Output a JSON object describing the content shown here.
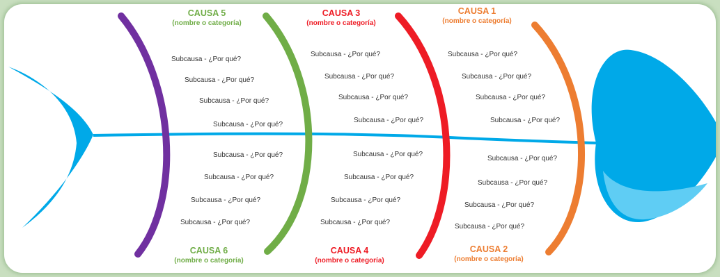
{
  "colors": {
    "fish": "#00a9e8",
    "causa1": "#ed7d31",
    "causa2": "#ed7d31",
    "causa3": "#ee1c25",
    "causa4": "#ee1c25",
    "causa5": "#70ad47",
    "causa6": "#70ad47",
    "bone5_6": "#7030a0",
    "bone3_4": "#70ad47",
    "bone1_2": "#ee1c25",
    "bone_head": "#ed7d31"
  },
  "causes": {
    "causa1": {
      "title": "CAUSA 1",
      "sub": "(nombre o categoría)"
    },
    "causa2": {
      "title": "CAUSA 2",
      "sub": "(nombre o categoría)"
    },
    "causa3": {
      "title": "CAUSA 3",
      "sub": "(nombre o categoría)"
    },
    "causa4": {
      "title": "CAUSA 4",
      "sub": "(nombre o categoría)"
    },
    "causa5": {
      "title": "CAUSA 5",
      "sub": "(nombre o categoría)"
    },
    "causa6": {
      "title": "CAUSA 6",
      "sub": "(nombre o categoría)"
    }
  },
  "subcause_label": "Subcausa - ¿Por qué?"
}
